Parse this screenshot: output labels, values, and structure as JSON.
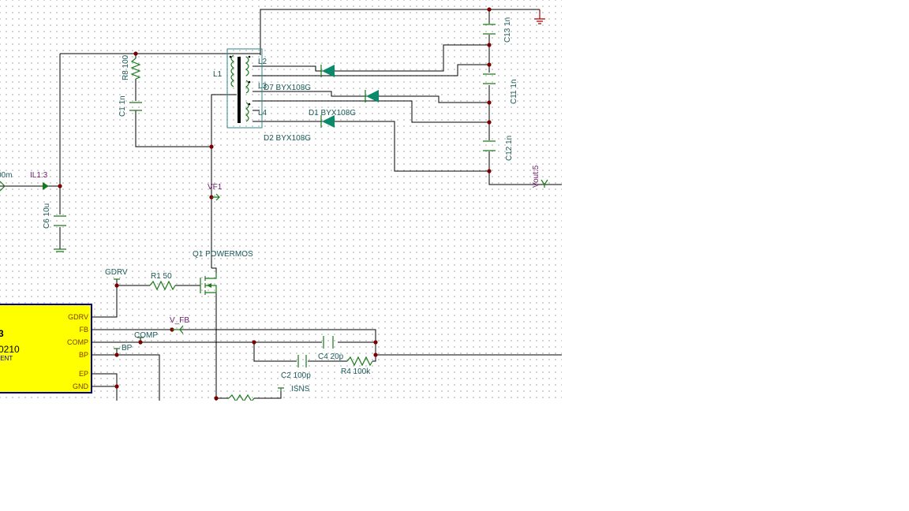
{
  "labels": {
    "ilabel_partial": "00m",
    "il1": "IL1:3",
    "c6": "C6 10u",
    "r8": "R8 100",
    "c1": "C1 1n",
    "l1": "L1",
    "l2": "L2",
    "l3": "L3",
    "l4": "L4",
    "d7": "D7 BYX108G",
    "d1": "D1 BYX108G",
    "d2": "D2 BYX108G",
    "c13": "C13 1n",
    "c11": "C11 1n",
    "c12": "C12 1n",
    "vout": "Vout:5",
    "vf1": "VF1",
    "q1": "Q1 POWERMOS",
    "gdrv_net": "GDRV",
    "r1": "R1 50",
    "v_fb": "V_FB",
    "comp_net": "COMP",
    "bp_net": "BP",
    "c4": "C4 20p",
    "c2": "C2 100p",
    "r4": "R4 100k",
    "isns": "ISNS"
  },
  "ic": {
    "part_partial": "0210",
    "sub_partial": "IENT",
    "mark_partial": "3",
    "pins": [
      "GDRV",
      "FB",
      "COMP",
      "BP",
      "EP",
      "GND"
    ]
  },
  "colors": {
    "wire": "#000000",
    "component": "#1a7a1a",
    "ground": "#b30000",
    "node": "#7a0000",
    "label": "#1a5a5a",
    "probe_label": "#6b1a6b",
    "ic_fill": "#ffff00",
    "ic_border": "#0000aa",
    "transformer_box": "#2a8a8a",
    "diode_fill": "#0a8a6a"
  }
}
